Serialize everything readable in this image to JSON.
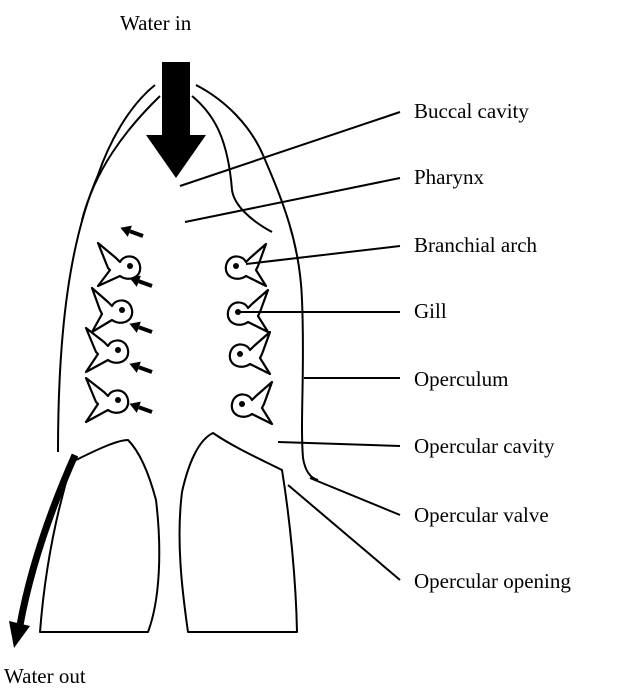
{
  "labels": {
    "water_in": "Water in",
    "water_out": "Water out",
    "buccal_cavity": "Buccal cavity",
    "pharynx": "Pharynx",
    "branchial_arch": "Branchial arch",
    "gill": "Gill",
    "operculum": "Operculum",
    "opercular_cavity": "Opercular cavity",
    "opercular_valve": "Opercular valve",
    "opercular_opening": "Opercular opening"
  }
}
